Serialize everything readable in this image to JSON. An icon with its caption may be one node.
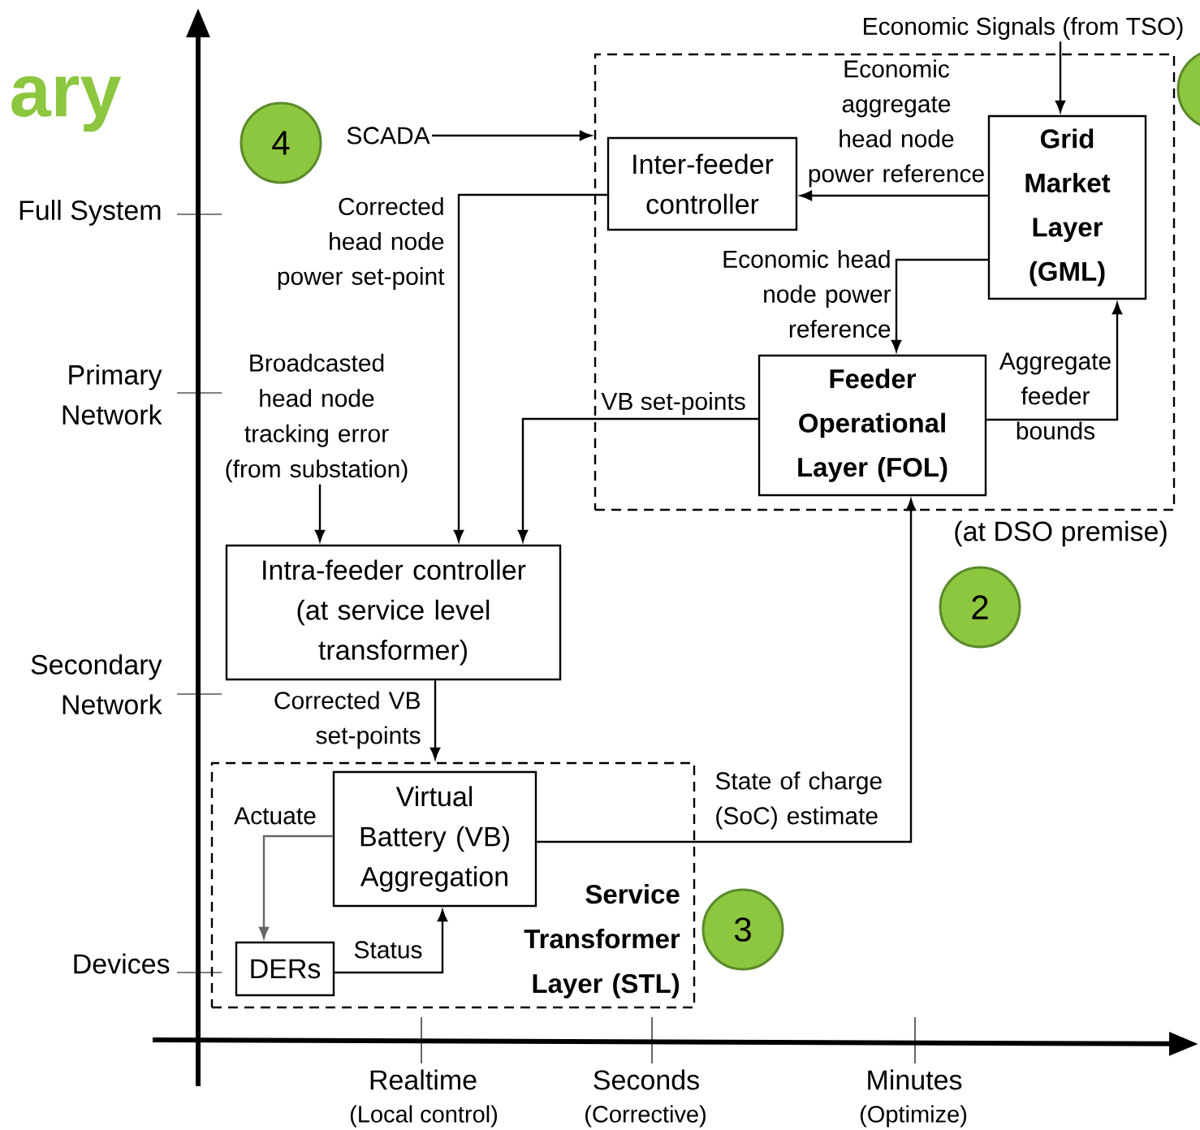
{
  "diagram": {
    "nodes": [
      {
        "text": [
          "Economic Signals (from TSO)"
        ]
      },
      {
        "text": [
          "(at DSO premise)"
        ]
      },
      {
        "text": [
          "4"
        ]
      },
      {
        "text": [
          "SCADA"
        ]
      },
      {
        "text": [
          "Inter-feeder controller"
        ],
        "in": 1
      },
      {
        "text": [
          "Grid Market Layer (GML)"
        ],
        "in": 1
      },
      {
        "text": [
          "Feeder Operational Layer (FOL)"
        ],
        "in": 1
      },
      {
        "text": [
          "Broadcasted head node tracking error (from substation)"
        ]
      },
      {
        "text": [
          "Intra-feeder controller (at service level transformer)"
        ]
      },
      {
        "text": [
          "2"
        ]
      },
      {
        "text": [
          "Service Transformer Layer (STL)"
        ]
      },
      {
        "text": [
          "Virtual Battery (VB) Aggregation"
        ],
        "in": 10
      },
      {
        "text": [
          "DERs"
        ],
        "in": 10
      },
      {
        "text": [
          "3"
        ]
      }
    ],
    "edges": [
      {
        "from": 3,
        "to": 1,
        "arrow": "to"
      },
      {
        "from": 0,
        "to": 5,
        "arrow": "to"
      },
      {
        "from": 5,
        "to": 4,
        "arrow": "to",
        "label": "Economic aggregate head node power reference"
      },
      {
        "from": 4,
        "to": 8,
        "arrow": "to",
        "label": "Corrected head node power set-point"
      },
      {
        "from": 5,
        "to": 6,
        "arrow": "to",
        "label": "Economic head node power reference"
      },
      {
        "from": 6,
        "to": 8,
        "arrow": "to",
        "label": "VB set-points"
      },
      {
        "from": 6,
        "to": 5,
        "arrow": "to",
        "label": "Aggregate feeder bounds"
      },
      {
        "from": 8,
        "to": 10,
        "arrow": "to",
        "label": "Corrected VB set-points"
      },
      {
        "from": 11,
        "to": 6,
        "arrow": "to",
        "label": "State of charge (SoC) estimate"
      },
      {
        "from": 11,
        "to": 12,
        "arrow": "to",
        "label": "Actuate",
        "color": "#666666"
      },
      {
        "from": 12,
        "to": 11,
        "arrow": "to",
        "label": "Status"
      },
      {
        "from": 7,
        "to": 8,
        "arrow": "to"
      }
    ],
    "labels": [
      "ary",
      "Full System",
      "Primary Network",
      "Secondary Network",
      "Devices",
      "Realtime",
      "(Local control)",
      "Seconds",
      "(Corrective)",
      "Minutes",
      "(Optimize)"
    ]
  }
}
